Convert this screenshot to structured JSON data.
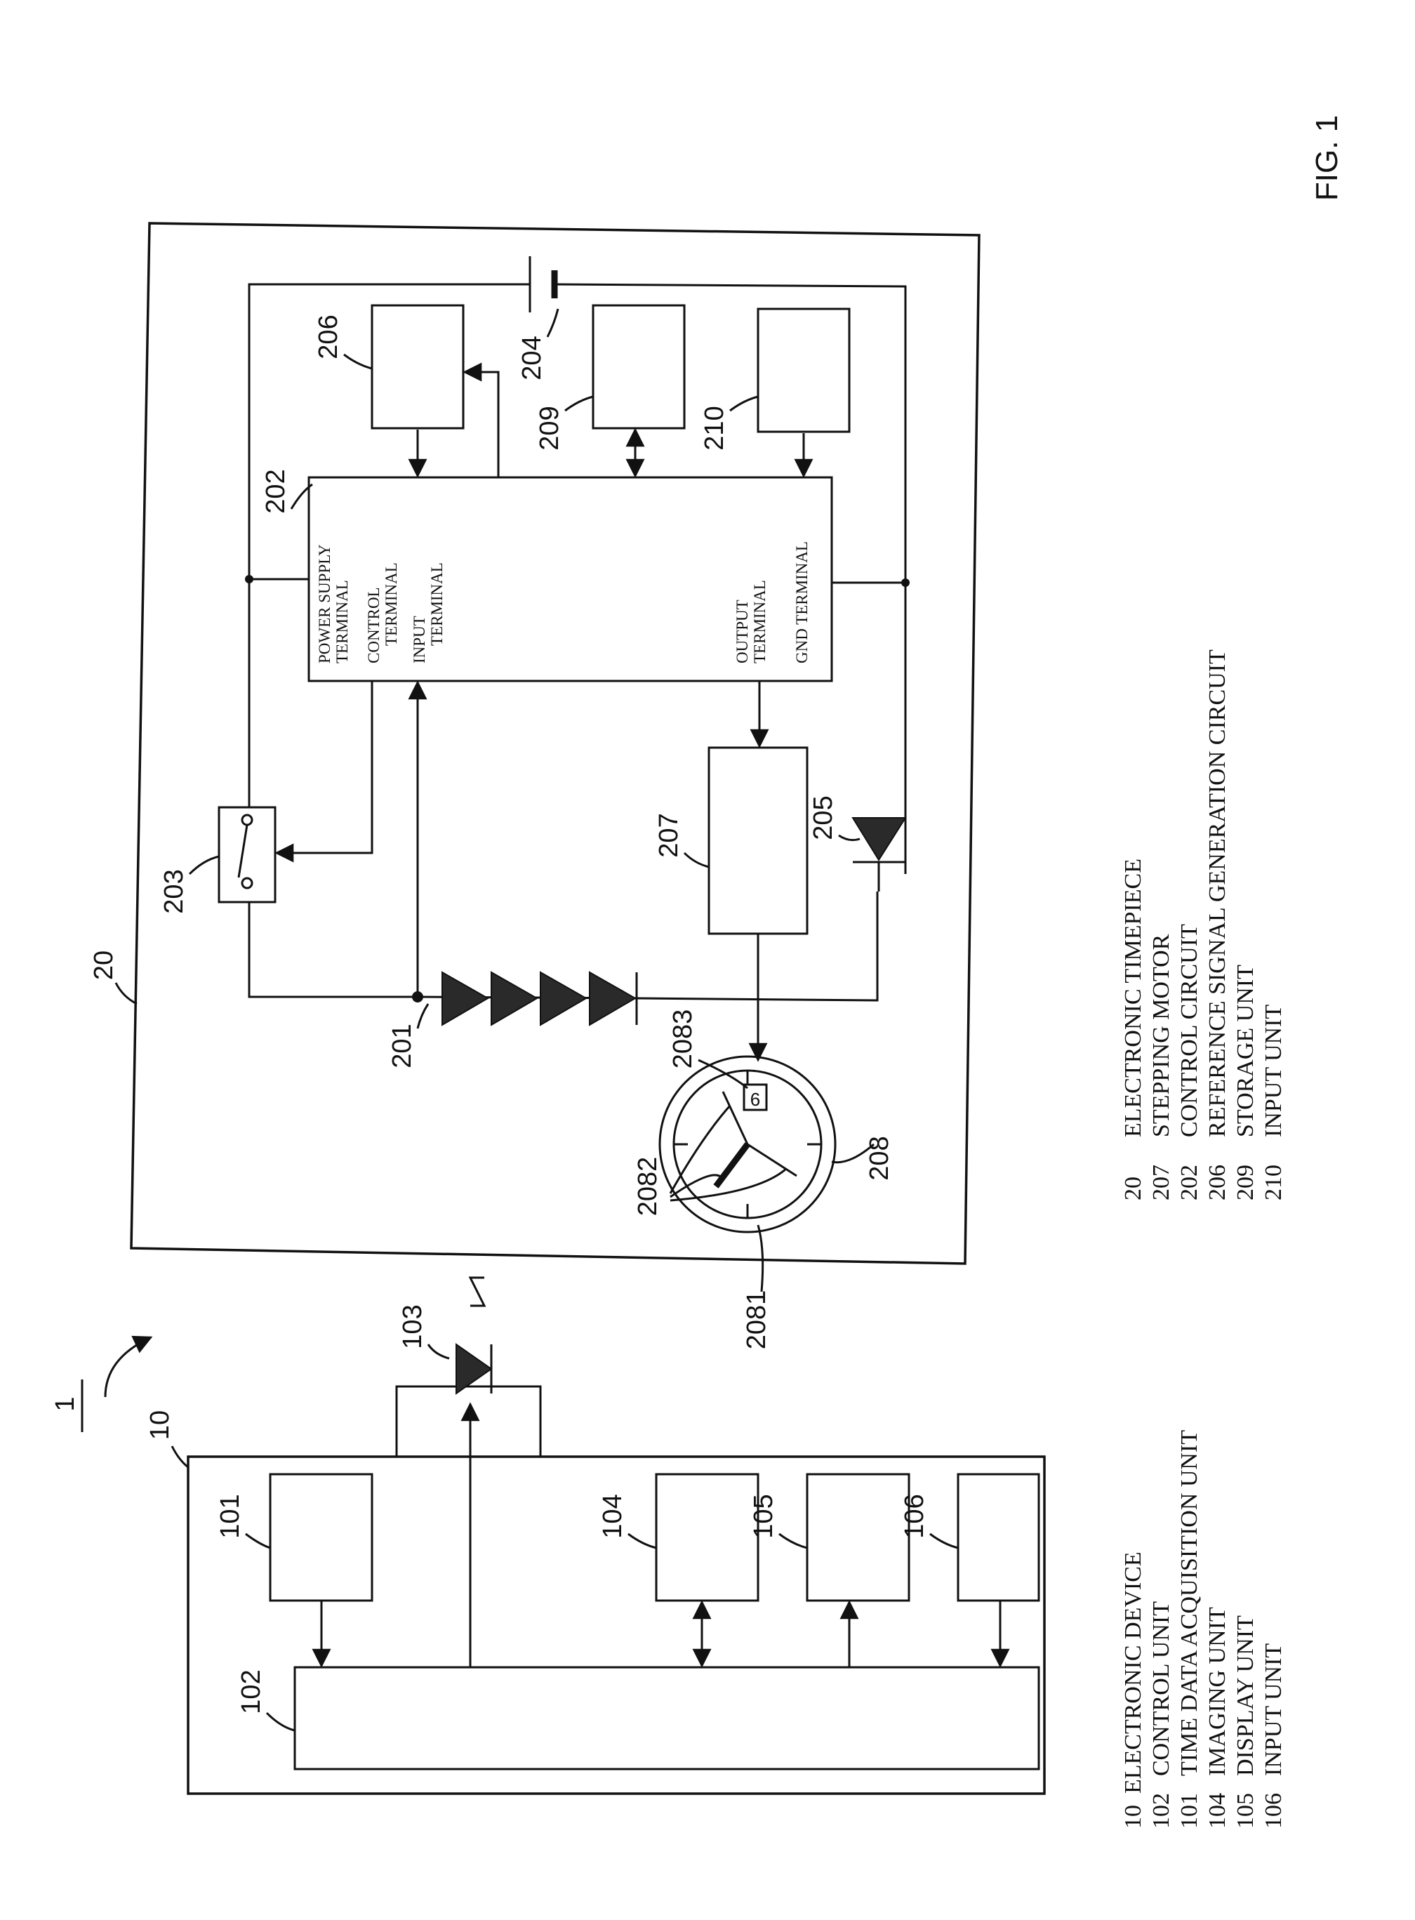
{
  "figure_label": "FIG. 1",
  "system_ref": "1",
  "device10": {
    "ref": "10",
    "blocks": {
      "b101": "101",
      "b102": "102",
      "b104": "104",
      "b105": "105",
      "b106": "106"
    },
    "led_ref": "103"
  },
  "timepiece20": {
    "ref": "20",
    "refs": {
      "r201": "201",
      "r202": "202",
      "r203": "203",
      "r204": "204",
      "r205": "205",
      "r206": "206",
      "r207": "207",
      "r208": "208",
      "r209": "209",
      "r210": "210",
      "r2081": "2081",
      "r2082": "2082",
      "r2083": "2083"
    },
    "date_window": "6",
    "terminals": {
      "power1": "POWER SUPPLY",
      "power2": "TERMINAL",
      "control1": "CONTROL",
      "control2": "TERMINAL",
      "input1": "INPUT",
      "input2": "TERMINAL",
      "output1": "OUTPUT",
      "output2": "TERMINAL",
      "gnd": "GND TERMINAL"
    }
  },
  "legend_device": [
    {
      "ref": "10",
      "label": "ELECTRONIC DEVICE"
    },
    {
      "ref": "102",
      "label": "CONTROL UNIT"
    },
    {
      "ref": "101",
      "label": "TIME DATA ACQUISITION UNIT"
    },
    {
      "ref": "104",
      "label": "IMAGING UNIT"
    },
    {
      "ref": "105",
      "label": "DISPLAY UNIT"
    },
    {
      "ref": "106",
      "label": "INPUT UNIT"
    }
  ],
  "legend_timepiece": [
    {
      "ref": "20",
      "label": "ELECTRONIC TIMEPIECE"
    },
    {
      "ref": "207",
      "label": "STEPPING MOTOR"
    },
    {
      "ref": "202",
      "label": "CONTROL CIRCUIT"
    },
    {
      "ref": "206",
      "label": "REFERENCE SIGNAL GENERATION CIRCUIT"
    },
    {
      "ref": "209",
      "label": "STORAGE UNIT"
    },
    {
      "ref": "210",
      "label": "INPUT UNIT"
    }
  ]
}
